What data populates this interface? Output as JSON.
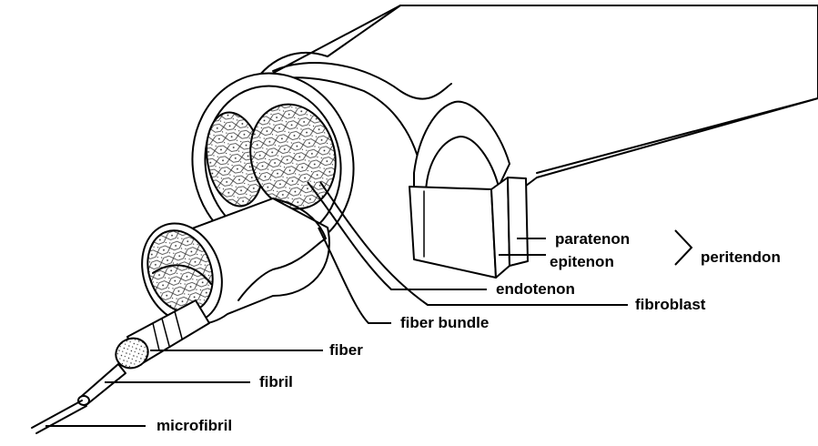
{
  "labels": {
    "paratenon": "paratenon",
    "epitenon": "epitenon",
    "peritendon": "peritendon",
    "endotenon": "endotenon",
    "fibroblast": "fibroblast",
    "fiber_bundle": "fiber bundle",
    "fiber": "fiber",
    "fibril": "fibril",
    "microfibril": "microfibril"
  }
}
